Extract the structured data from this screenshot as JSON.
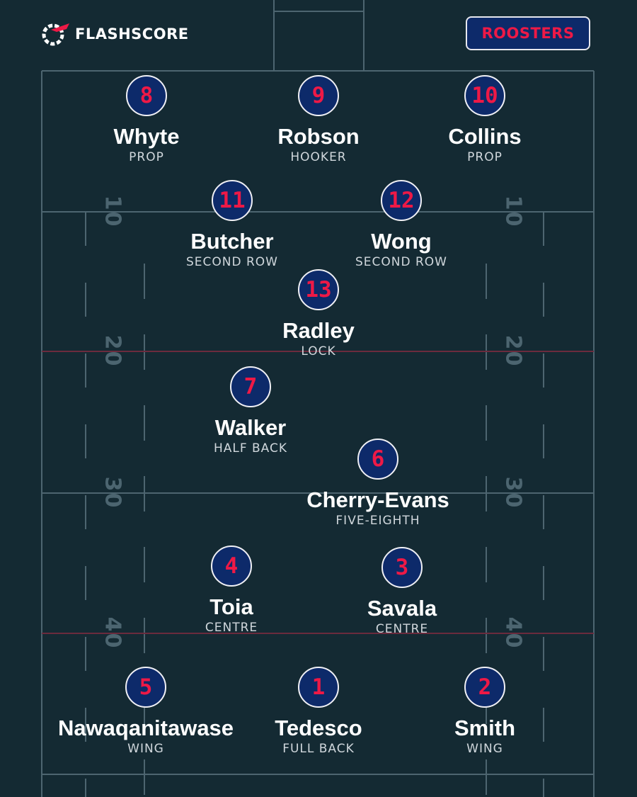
{
  "header": {
    "logo_text": "FLASHSCORE",
    "team_name": "ROOSTERS"
  },
  "colors": {
    "background": "#142a33",
    "field_lines": "#4d6570",
    "halfway_lines": "#6b2b3d",
    "jersey_fill": "#0d2a6a",
    "number_color": "#ee1946",
    "logo_accent": "#ee1946"
  },
  "yard_markers": [
    "10",
    "20",
    "30",
    "40"
  ],
  "players": [
    {
      "number": "8",
      "name": "Whyte",
      "position": "PROP"
    },
    {
      "number": "9",
      "name": "Robson",
      "position": "HOOKER"
    },
    {
      "number": "10",
      "name": "Collins",
      "position": "PROP"
    },
    {
      "number": "11",
      "name": "Butcher",
      "position": "SECOND ROW"
    },
    {
      "number": "12",
      "name": "Wong",
      "position": "SECOND ROW"
    },
    {
      "number": "13",
      "name": "Radley",
      "position": "LOCK"
    },
    {
      "number": "7",
      "name": "Walker",
      "position": "HALF BACK"
    },
    {
      "number": "6",
      "name": "Cherry-Evans",
      "position": "FIVE-EIGHTH"
    },
    {
      "number": "4",
      "name": "Toia",
      "position": "CENTRE"
    },
    {
      "number": "3",
      "name": "Savala",
      "position": "CENTRE"
    },
    {
      "number": "5",
      "name": "Nawaqanitawase",
      "position": "WING"
    },
    {
      "number": "1",
      "name": "Tedesco",
      "position": "FULL BACK"
    },
    {
      "number": "2",
      "name": "Smith",
      "position": "WING"
    }
  ]
}
